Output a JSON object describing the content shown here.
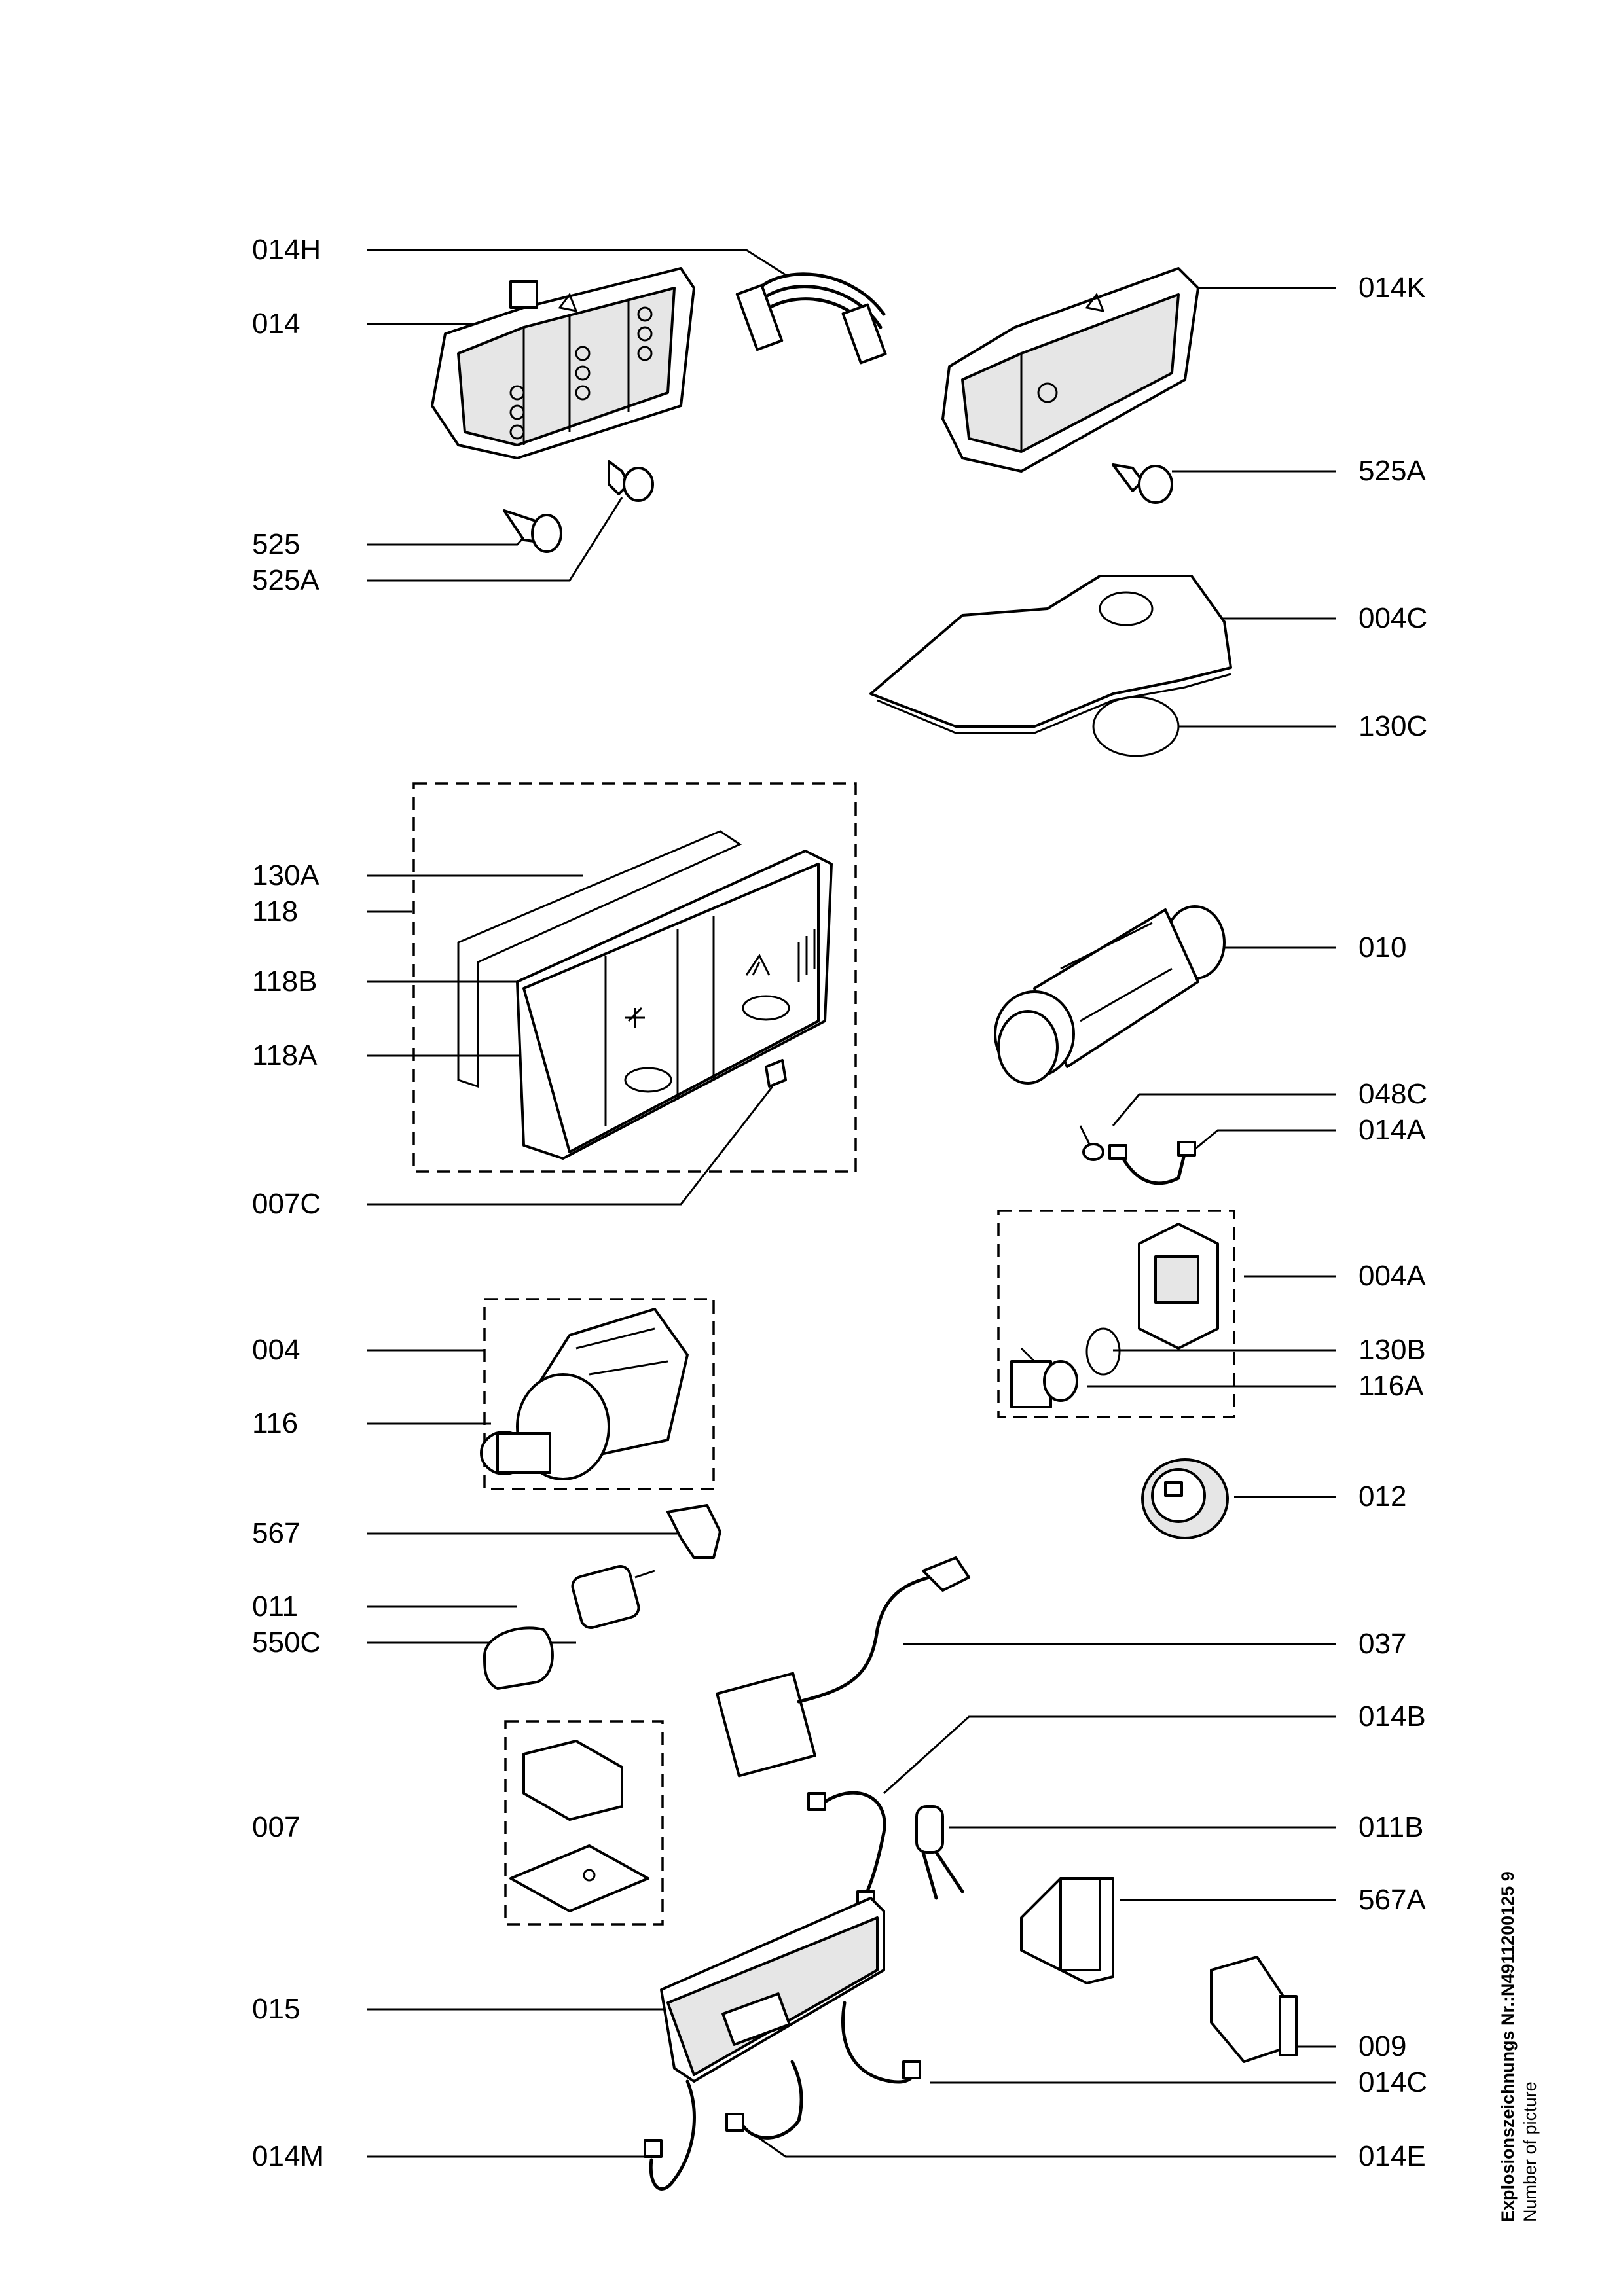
{
  "labels_left": [
    {
      "id": "014H",
      "text": "014H"
    },
    {
      "id": "014",
      "text": "014"
    },
    {
      "id": "525",
      "text": "525"
    },
    {
      "id": "525A_left",
      "text": "525A"
    },
    {
      "id": "130A",
      "text": "130A"
    },
    {
      "id": "118",
      "text": "118"
    },
    {
      "id": "118B",
      "text": "118B"
    },
    {
      "id": "118A",
      "text": "118A"
    },
    {
      "id": "007C",
      "text": "007C"
    },
    {
      "id": "004",
      "text": "004"
    },
    {
      "id": "116",
      "text": "116"
    },
    {
      "id": "567",
      "text": "567"
    },
    {
      "id": "011",
      "text": "011"
    },
    {
      "id": "550C",
      "text": "550C"
    },
    {
      "id": "007",
      "text": "007"
    },
    {
      "id": "015",
      "text": "015"
    },
    {
      "id": "014M",
      "text": "014M"
    }
  ],
  "labels_right": [
    {
      "id": "014K",
      "text": "014K"
    },
    {
      "id": "525A_right",
      "text": "525A"
    },
    {
      "id": "004C",
      "text": "004C"
    },
    {
      "id": "130C",
      "text": "130C"
    },
    {
      "id": "010",
      "text": "010"
    },
    {
      "id": "048C",
      "text": "048C"
    },
    {
      "id": "014A",
      "text": "014A"
    },
    {
      "id": "004A",
      "text": "004A"
    },
    {
      "id": "130B",
      "text": "130B"
    },
    {
      "id": "116A",
      "text": "116A"
    },
    {
      "id": "012",
      "text": "012"
    },
    {
      "id": "037",
      "text": "037"
    },
    {
      "id": "014B",
      "text": "014B"
    },
    {
      "id": "011B",
      "text": "011B"
    },
    {
      "id": "567A",
      "text": "567A"
    },
    {
      "id": "009",
      "text": "009"
    },
    {
      "id": "014C",
      "text": "014C"
    },
    {
      "id": "014E",
      "text": "014E"
    }
  ],
  "side_note": {
    "line1": "Explosionszeichnungs Nr.:N4911200125 9",
    "line2": "Number of picture"
  }
}
